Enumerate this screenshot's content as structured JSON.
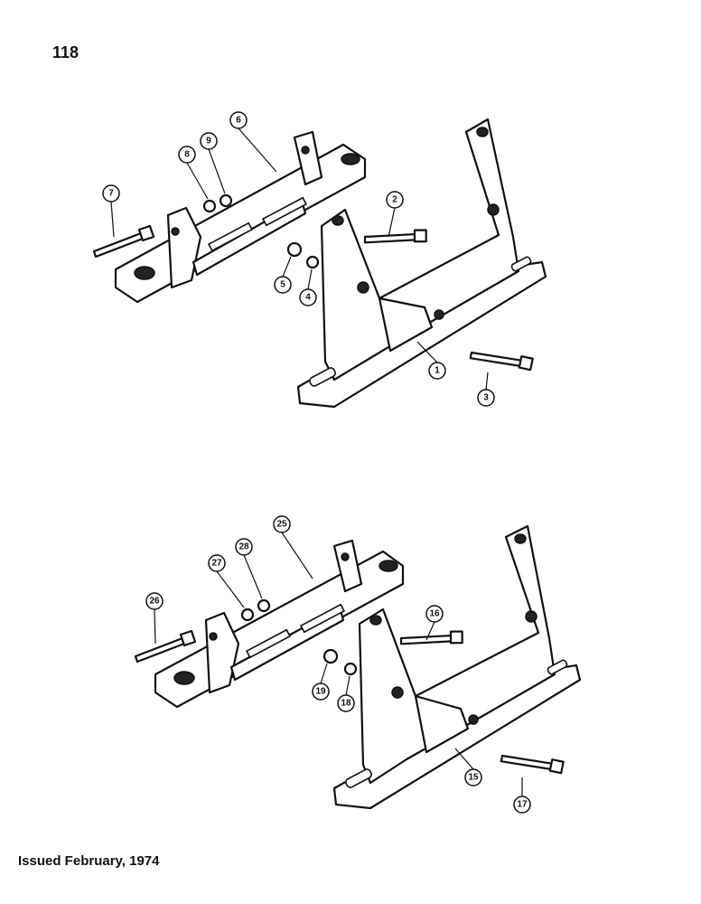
{
  "page_number": "118",
  "footer": "Issued February, 1974",
  "callouts": {
    "c1": "1",
    "c2": "2",
    "c3": "3",
    "c4": "4",
    "c5": "5",
    "c6": "6",
    "c7": "7",
    "c8": "8",
    "c9": "9",
    "c15": "15",
    "c16": "16",
    "c17": "17",
    "c18": "18",
    "c19": "19",
    "c25": "25",
    "c26": "26",
    "c27": "27",
    "c28": "28"
  }
}
